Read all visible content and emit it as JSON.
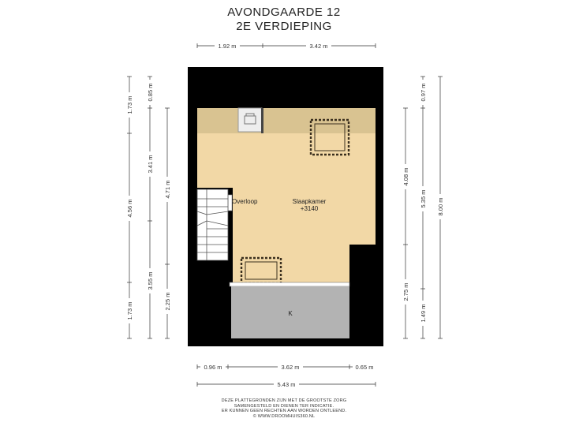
{
  "header": {
    "title": "AVONDGAARDE 12",
    "subtitle": "2E VERDIEPING"
  },
  "rooms": {
    "overloop": "Overloop",
    "slaapkamer": "Slaapkamer",
    "slaapkamer_level": "+3140",
    "k": "K"
  },
  "dimensions": {
    "top_left": "1.92 m",
    "top_right": "3.42 m",
    "bottom_left": "0.96 m",
    "bottom_mid": "3.62 m",
    "bottom_right": "0.65 m",
    "bottom_total": "5.43 m",
    "left_outer_top": "1.73 m",
    "left_outer_mid": "4.56 m",
    "left_outer_bottom": "1.73 m",
    "left_inner_top": "0.85 m",
    "left_inner_mid1": "3.41 m",
    "left_inner_mid2": "3.55 m",
    "left_third_mid": "4.71 m",
    "left_third_bottom": "2.25 m",
    "right_inner_top": "4.08 m",
    "right_inner_bottom": "2.75 m",
    "right_outer_top": "0.97 m",
    "right_outer_mid": "5.35 m",
    "right_outer_bottom": "1.49 m",
    "right_total": "8.00 m"
  },
  "colors": {
    "wall": "#000000",
    "floor": "#f2d8a6",
    "slope": "#d9c391",
    "balcony": "#b3b3b3",
    "stair": "#ffffff",
    "dim_line": "#333333"
  },
  "disclaimer": {
    "line1": "DEZE PLATTEGRONDEN ZIJN MET DE GROOTSTE ZORG",
    "line2": "SAMENGESTELD EN DIENEN TER INDICATIE.",
    "line3": "ER KUNNEN GEEN RECHTEN AAN WORDEN ONTLEEND.",
    "line4": "© WWW.DROOMHUIS360.NL"
  }
}
